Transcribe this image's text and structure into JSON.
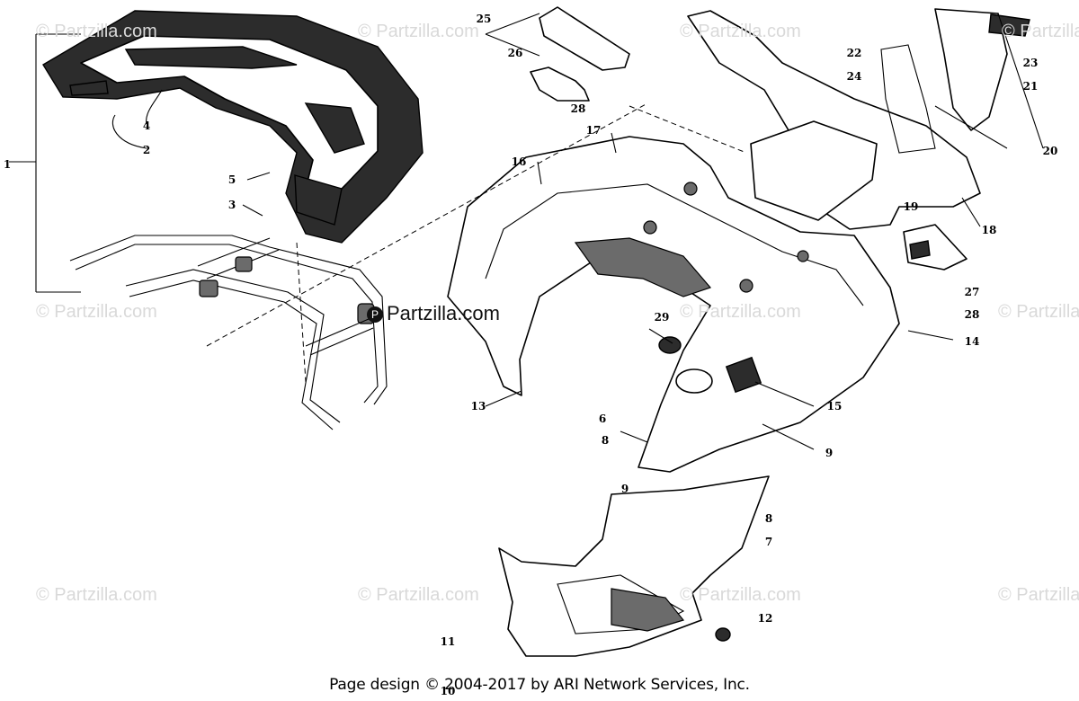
{
  "watermark": "© Partzilla.com",
  "brand": {
    "mark": "P",
    "text": "Partzilla.com"
  },
  "footer": "Page design © 2004-2017 by ARI Network Services, Inc.",
  "callouts": [
    "1",
    "2",
    "3",
    "4",
    "5",
    "6",
    "7",
    "8",
    "8",
    "9",
    "9",
    "10",
    "11",
    "12",
    "13",
    "14",
    "15",
    "16",
    "17",
    "18",
    "19",
    "20",
    "21",
    "22",
    "23",
    "24",
    "25",
    "26",
    "27",
    "28",
    "28",
    "29"
  ]
}
